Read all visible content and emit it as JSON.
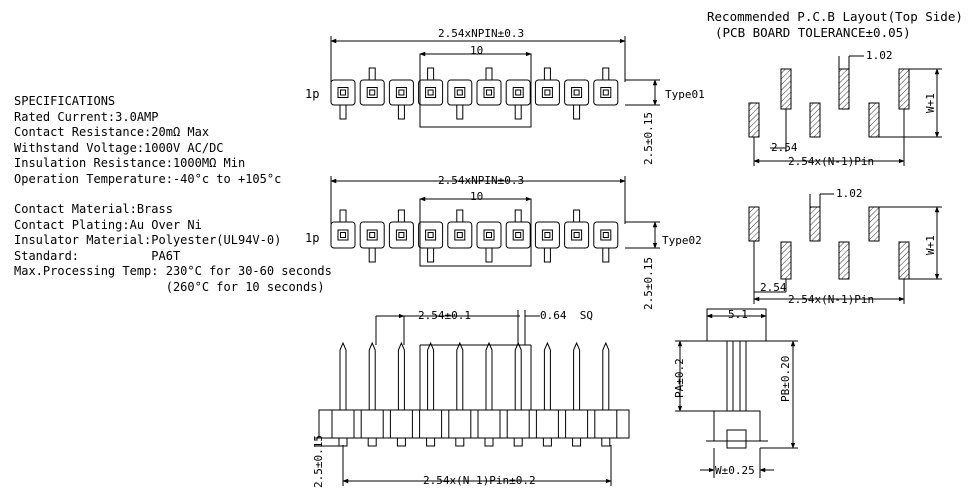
{
  "specifications": {
    "heading": "SPECIFICATIONS",
    "lines": [
      "Rated Current:3.0AMP",
      "Contact Resistance:20mΩ Max",
      "Withstand Voltage:1000V AC/DC",
      "Insulation Resistance:1000MΩ Min",
      "Operation Temperature:-40°c to +105°c"
    ],
    "materials": [
      "Contact Material:Brass",
      "Contact Plating:Au Over Ni",
      "Insulator Material:Polyester(UL94V-0)",
      "Standard:          PA6T",
      "Max.Processing Temp: 230°C for 30-60 seconds",
      "                     (260°C for 10 seconds)"
    ]
  },
  "pcb_layout": {
    "title": "Recommended P.C.B Layout(Top Side)",
    "subtitle": "(PCB BOARD TOLERANCE±0.05)",
    "type01": {
      "dim_pad": "1.02",
      "dim_offset": "2.54",
      "dim_pitch": "2.54x(N-1)Pin",
      "dim_height": "W+1"
    },
    "type02": {
      "dim_pad": "1.02",
      "dim_offset": "2.54",
      "dim_pitch": "2.54x(N-1)Pin",
      "dim_height": "W+1"
    }
  },
  "top_views": {
    "type01": {
      "label": "Type01",
      "pin_marker": "1p",
      "dim_total": "2.54xNPIN±0.3",
      "dim_inner": "10",
      "dim_height": "2.5±0.15"
    },
    "type02": {
      "label": "Type02",
      "pin_marker": "1p",
      "dim_total": "2.54xNPIN±0.3",
      "dim_inner": "10",
      "dim_height": "2.5±0.15"
    }
  },
  "front_view": {
    "dim_pitch": "2.54±0.1",
    "dim_pin": "0.64  SQ",
    "dim_span": "2.54x(N-1)Pin±0.2",
    "dim_height": "2.5±0.15"
  },
  "side_view": {
    "dim_top": "5.1",
    "dim_pa": "PA±0.2",
    "dim_pb": "PB±0.20",
    "dim_w": "W±0.25"
  }
}
